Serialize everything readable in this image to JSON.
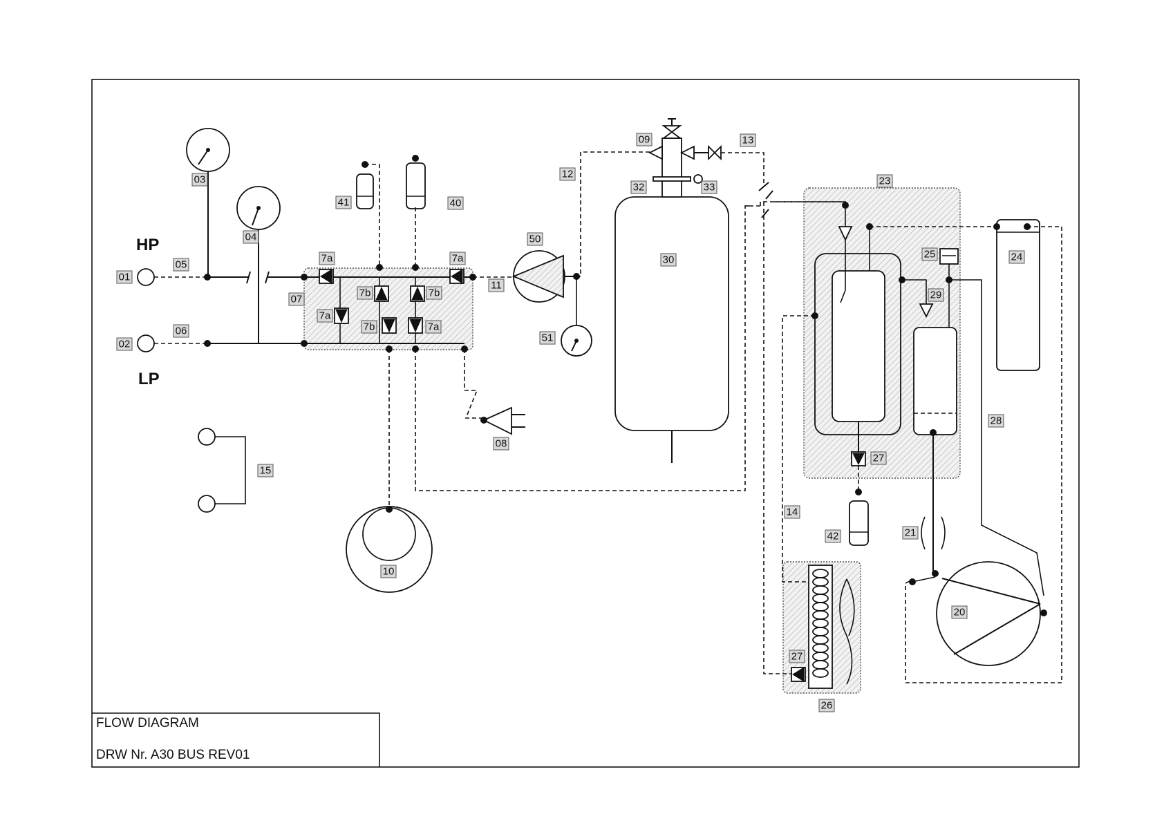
{
  "labels": {
    "hp": "HP",
    "lp": "LP"
  },
  "title_block": {
    "line1": "FLOW DIAGRAM",
    "line2": "DRW Nr. A30 BUS REV01"
  },
  "tags": {
    "t01": "01",
    "t02": "02",
    "t03": "03",
    "t04": "04",
    "t05": "05",
    "t06": "06",
    "t07": "07",
    "t08": "08",
    "t09": "09",
    "t10": "10",
    "t11": "11",
    "t12": "12",
    "t13": "13",
    "t14": "14",
    "t15": "15",
    "t7a_1": "7a",
    "t7a_2": "7a",
    "t7a_3": "7a",
    "t7a_4": "7a",
    "t7b_1": "7b",
    "t7b_2": "7b",
    "t7b_3": "7b",
    "t20": "20",
    "t21": "21",
    "t23": "23",
    "t24": "24",
    "t25": "25",
    "t26": "26",
    "t27_1": "27",
    "t27_2": "27",
    "t28": "28",
    "t29": "29",
    "t30": "30",
    "t32": "32",
    "t33": "33",
    "t40": "40",
    "t41": "41",
    "t42": "42",
    "t50": "50",
    "t51": "51"
  }
}
